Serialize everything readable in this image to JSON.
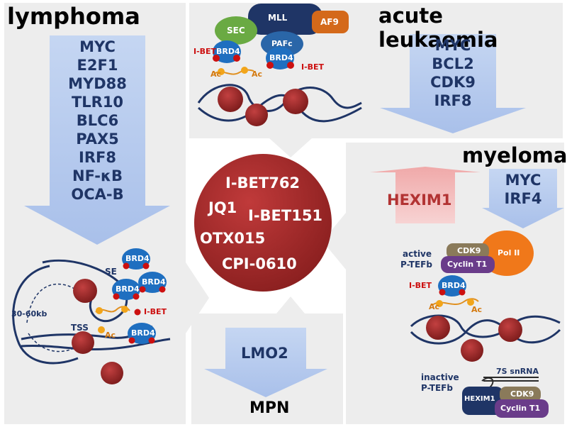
{
  "panels": {
    "lymphoma": {
      "title": "lymphoma",
      "genes": [
        "MYC",
        "E2F1",
        "MYD88",
        "TLR10",
        "BLC6",
        "PAX5",
        "IRF8",
        "NF-κB",
        "OCA-B"
      ],
      "se_label": "SE",
      "tss_label": "TSS",
      "distance_label": "30-60kb",
      "brd4_label": "BRD4",
      "ibet_label": "I-BET",
      "ac_label": "Ac"
    },
    "acute_leukaemia": {
      "title": "acute leukaemia",
      "genes": [
        "MYC",
        "BCL2",
        "CDK9",
        "IRF8"
      ],
      "mll_label": "MLL",
      "af9_label": "AF9",
      "sec_label": "SEC",
      "pafc_label": "PAFc",
      "brd4_label": "BRD4",
      "ibet_label": "I-BET",
      "ac_label": "Ac"
    },
    "myeloma": {
      "title": "myeloma",
      "up_gene": "HEXIM1",
      "down_genes": [
        "MYC",
        "IRF4"
      ],
      "active_label": "active",
      "ptefb_label": "P-TEFb",
      "inactive_label": "inactive",
      "cdk9_label": "CDK9",
      "cyclin_label": "Cyclin T1",
      "polii_label": "Pol II",
      "brd4_label": "BRD4",
      "ibet_label": "I-BET",
      "ac_label": "Ac",
      "snrna_label": "7S snRNA",
      "hexim_label": "HEXIM1"
    },
    "mpn": {
      "title": "MPN",
      "gene": "LMO2"
    }
  },
  "center": {
    "drugs": [
      "I-BET762",
      "JQ1",
      "I-BET151",
      "OTX015",
      "CPI-0610"
    ]
  },
  "colors": {
    "panel_bg": "#ededed",
    "gene_text": "#1f3566",
    "down_arrow": "#b9cdee",
    "up_arrow": "#f3bcbc",
    "up_text": "#b23333",
    "center_circle": "#a82a2a",
    "brd4": "#1f6fc0",
    "ibet": "#cc1010",
    "acetyl": "#f2a51a",
    "nucleosome": "#a83232",
    "dna": "#1f3566"
  }
}
